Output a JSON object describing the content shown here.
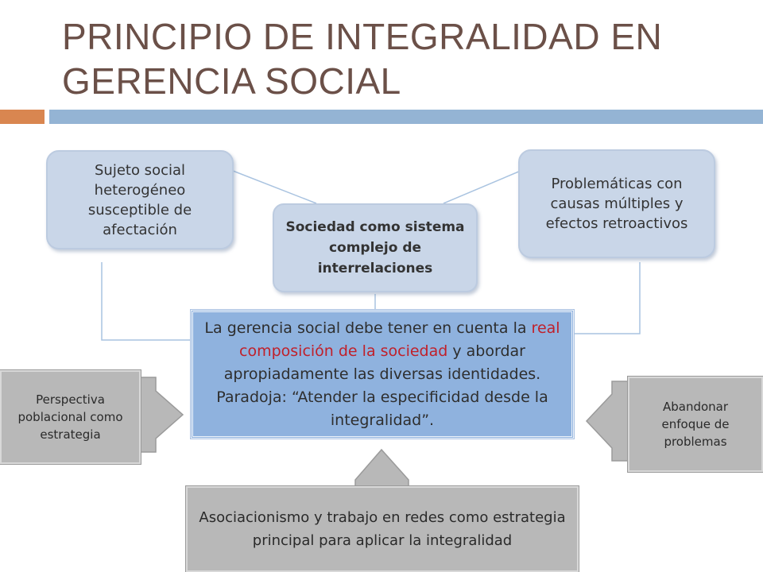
{
  "title": {
    "line1": "PRINCIPIO DE INTEGRALIDAD EN",
    "line2": "GERENCIA SOCIAL"
  },
  "nodes": {
    "sujeto": "Sujeto social heterogéneo susceptible de afectación",
    "sociedad": "Sociedad como sistema complejo de interrelaciones",
    "problematicas": "Problemáticas con causas múltiples y efectos retroactivos",
    "central": {
      "part1": "La gerencia social debe tener en cuenta la",
      "highlight": "real composición de la sociedad",
      "part2": "y abordar apropiadamente las diversas identidades. Paradoja: “Atender la especificidad desde la integralidad”."
    },
    "perspectiva": "Perspectiva poblacional como estrategia",
    "abandonar": "Abandonar enfoque de problemas",
    "asociacionismo": "Asociacionismo y trabajo en redes como estrategia principal para aplicar la integralidad"
  },
  "colors": {
    "title": "#6b5048",
    "accent_orange": "#d98650",
    "accent_blue": "#94b4d4",
    "highlight_red": "#c0202a"
  }
}
